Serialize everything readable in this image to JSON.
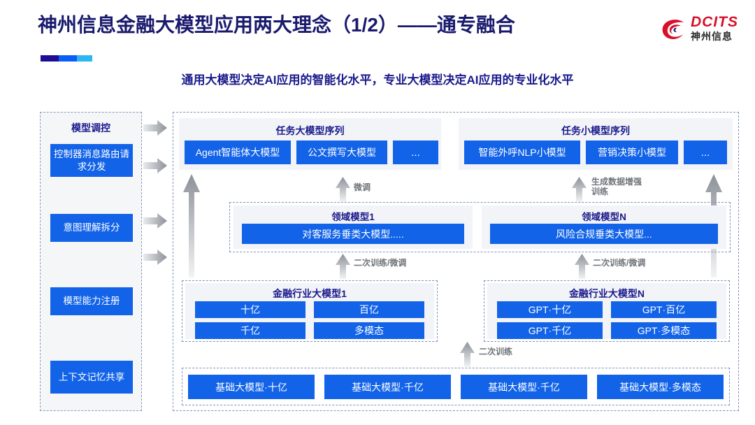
{
  "header": {
    "title": "神州信息金融大模型应用两大理念（1/2）——通专融合",
    "subtitle": "通用大模型决定AI应用的智能化水平，专业大模型决定AI应用的专业化水平",
    "logo": {
      "en": "DCITS",
      "cn": "神州信息"
    },
    "accent_colors": [
      "#1c0f96",
      "#0b5ef5",
      "#2bb7ef"
    ]
  },
  "colors": {
    "brand_blue": "#1263e8",
    "title_navy": "#1a1a6e",
    "subtitle_navy": "#1a1a8c",
    "panel_gray": "#f3f4f7",
    "dashed_border": "#7f93bf",
    "arrow_gray": "#9a9fa6"
  },
  "control_column": {
    "title": "模型调控",
    "items": [
      "控制器消息路由请求分发",
      "意图理解拆分",
      "模型能力注册",
      "上下文记忆共享"
    ]
  },
  "task_sequences": [
    {
      "title": "任务大模型序列",
      "items": [
        "Agent智能体大模型",
        "公文撰写大模型",
        "..."
      ]
    },
    {
      "title": "任务小模型序列",
      "items": [
        "智能外呼NLP小模型",
        "营销决策小模型",
        "..."
      ]
    }
  ],
  "domain_models": [
    {
      "title": "领域模型1",
      "item": "对客服务垂类大模型....."
    },
    {
      "title": "领域模型N",
      "item": "风险合规垂类大模型..."
    }
  ],
  "industry_models": [
    {
      "title": "金融行业大模型1",
      "items": [
        "十亿",
        "百亿",
        "千亿",
        "多模态"
      ]
    },
    {
      "title": "金融行业大模型N",
      "items": [
        "GPT·十亿",
        "GPT·百亿",
        "GPT·千亿",
        "GPT·多模态"
      ]
    }
  ],
  "base_models": {
    "items": [
      "基础大模型·十亿",
      "基础大模型·千亿",
      "基础大模型·千亿",
      "基础大模型·多模态"
    ]
  },
  "arrow_labels": {
    "fine_tune": "微调",
    "data_aug_line1": "生成数据增强",
    "data_aug_line2": "训练",
    "retrain_tune_left": "二次训练/微调",
    "retrain_tune_right": "二次训练/微调",
    "retrain": "二次训练"
  }
}
